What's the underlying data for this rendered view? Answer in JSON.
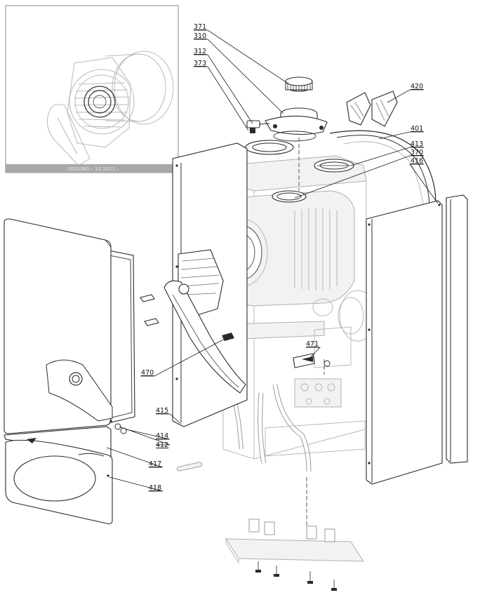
{
  "inset": {
    "caption": "0020080 – 10.2011"
  },
  "callouts": [
    {
      "id": "371",
      "text": "371"
    },
    {
      "id": "310",
      "text": "310"
    },
    {
      "id": "312",
      "text": "312"
    },
    {
      "id": "373",
      "text": "373"
    },
    {
      "id": "420",
      "text": "420"
    },
    {
      "id": "401",
      "text": "401"
    },
    {
      "id": "413",
      "text": "413"
    },
    {
      "id": "370",
      "text": "370"
    },
    {
      "id": "416",
      "text": "416"
    },
    {
      "id": "471",
      "text": "471"
    },
    {
      "id": "470",
      "text": "470"
    },
    {
      "id": "415",
      "text": "415"
    },
    {
      "id": "414",
      "text": "414"
    },
    {
      "id": "412",
      "text": "412"
    },
    {
      "id": "417",
      "text": "417"
    },
    {
      "id": "418",
      "text": "418"
    }
  ]
}
